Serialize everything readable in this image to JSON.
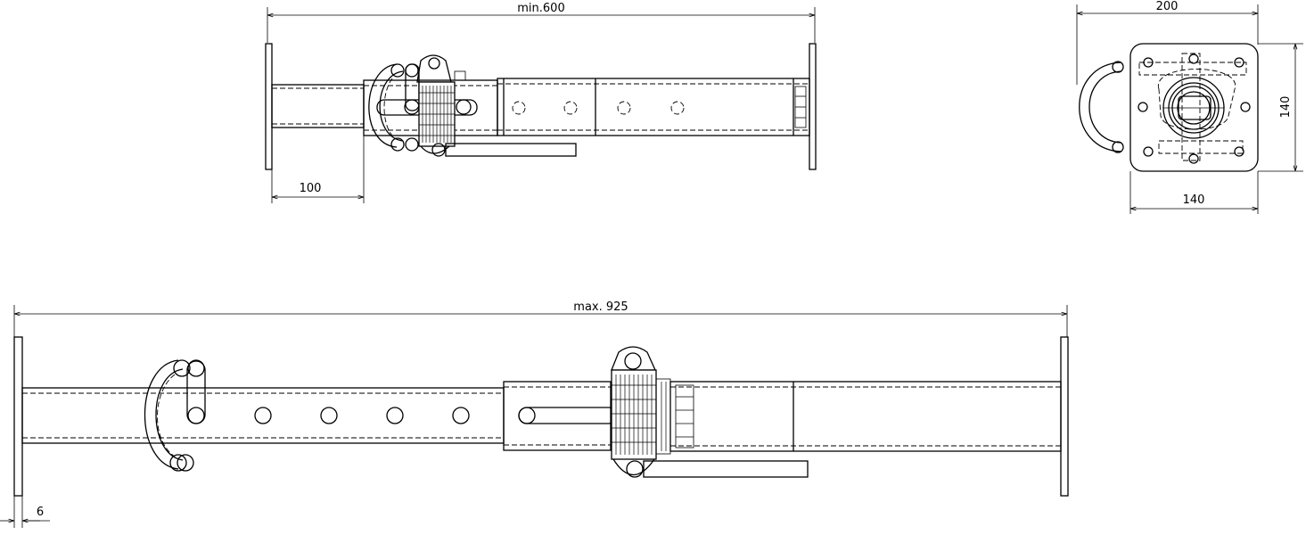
{
  "dimensions": {
    "min_length": "min.600",
    "offset": "100",
    "width_total": "200",
    "plate_height": "140",
    "plate_width": "140",
    "max_length": "max. 925",
    "plate_thickness": "6"
  }
}
